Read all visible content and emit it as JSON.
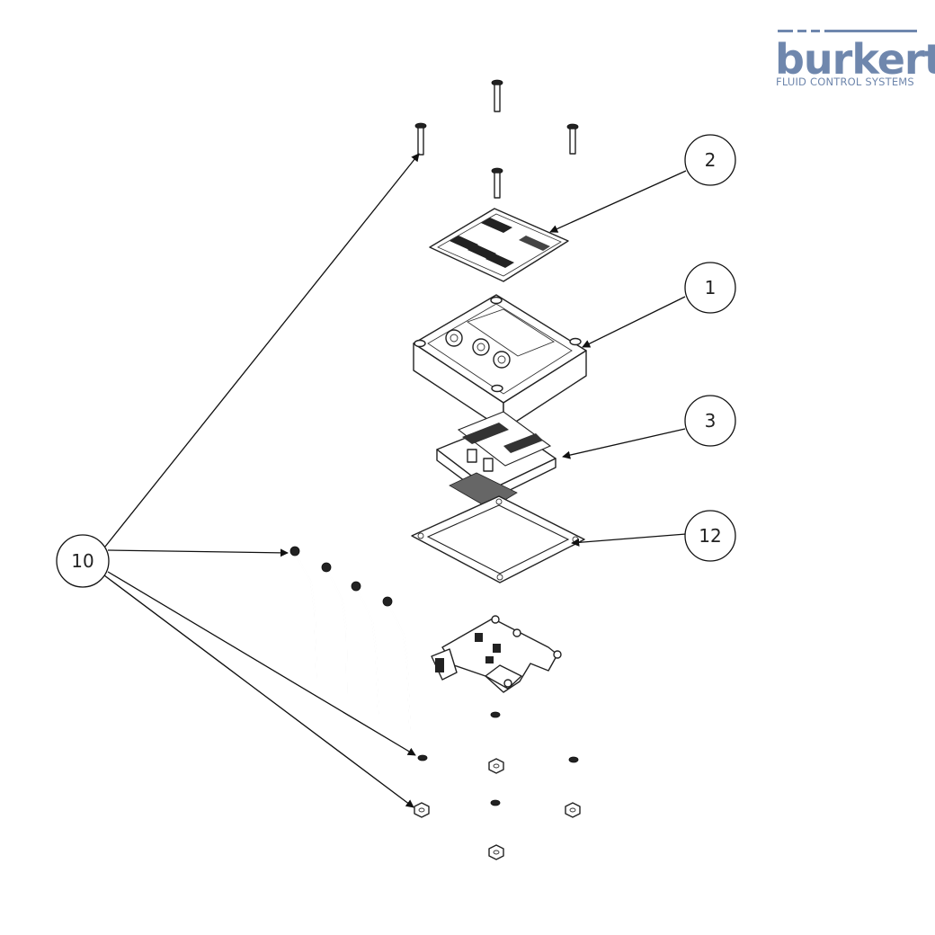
{
  "brand": {
    "name": "burkert",
    "tagline": "FLUID CONTROL SYSTEMS",
    "color": "#6f87ad"
  },
  "callouts": [
    {
      "id": "callout-2",
      "label": "2"
    },
    {
      "id": "callout-1",
      "label": "1"
    },
    {
      "id": "callout-3",
      "label": "3"
    },
    {
      "id": "callout-12",
      "label": "12"
    },
    {
      "id": "callout-10",
      "label": "10"
    }
  ]
}
